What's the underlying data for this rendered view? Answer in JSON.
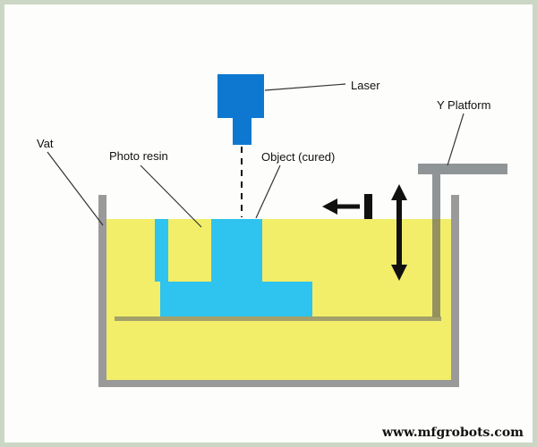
{
  "labels": {
    "laser": "Laser",
    "y_platform": "Y Platform",
    "vat": "Vat",
    "photo_resin": "Photo resin",
    "object_cured": "Object (cured)"
  },
  "watermark": "www.mfgrobots.com",
  "colors": {
    "laser_blue": "#0e78d1",
    "object_cyan": "#2fc3ef",
    "resin_yellow": "#f2ee69",
    "structure_gray": "#8f9596",
    "platform_olive": "#a3a06b",
    "frame_border": "#ccd6c4"
  }
}
